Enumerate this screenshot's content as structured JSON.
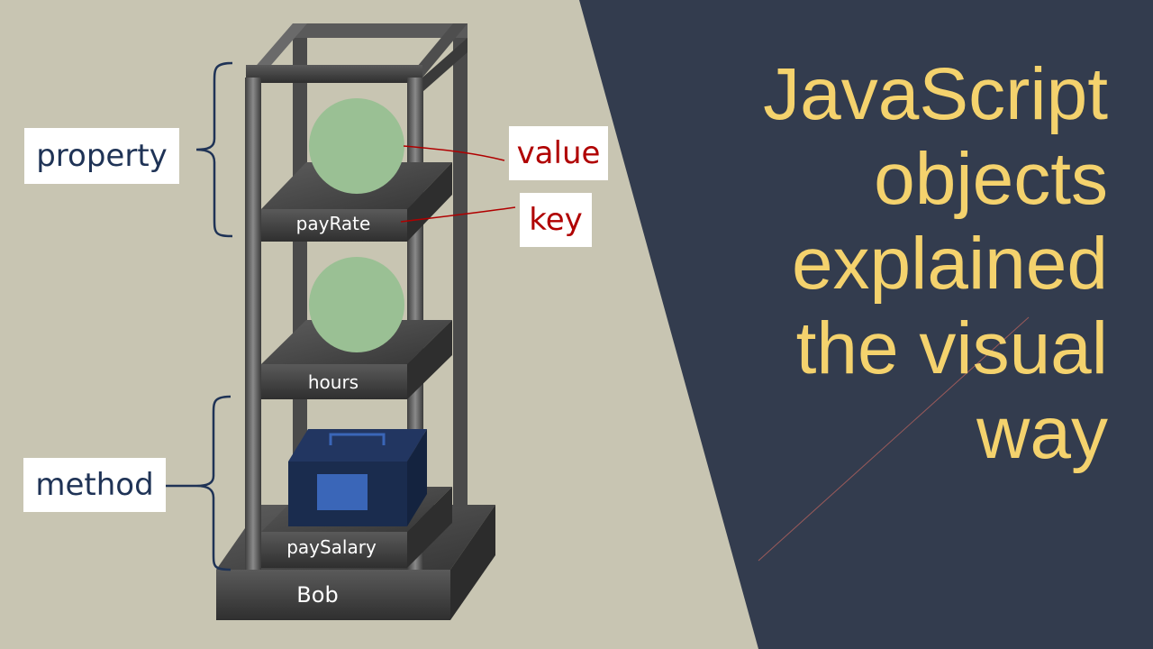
{
  "labels": {
    "property": "property",
    "method": "method",
    "value": "value",
    "key": "key"
  },
  "shelves": {
    "pay_rate": "payRate",
    "hours": "hours",
    "pay_salary": "paySalary"
  },
  "base": {
    "name": "Bob"
  },
  "title": {
    "lines": [
      "JavaScript",
      "objects",
      "explained",
      "the visual",
      "way"
    ]
  },
  "colors": {
    "background_left": "#c8c5b2",
    "background_right": "#333c4e",
    "title": "#f4d26d",
    "brace": "#1f3356",
    "pointer_line": "#b00000",
    "ball": "#9ac094",
    "box": "#1a2c4e",
    "box_panel": "#3a66b8"
  }
}
